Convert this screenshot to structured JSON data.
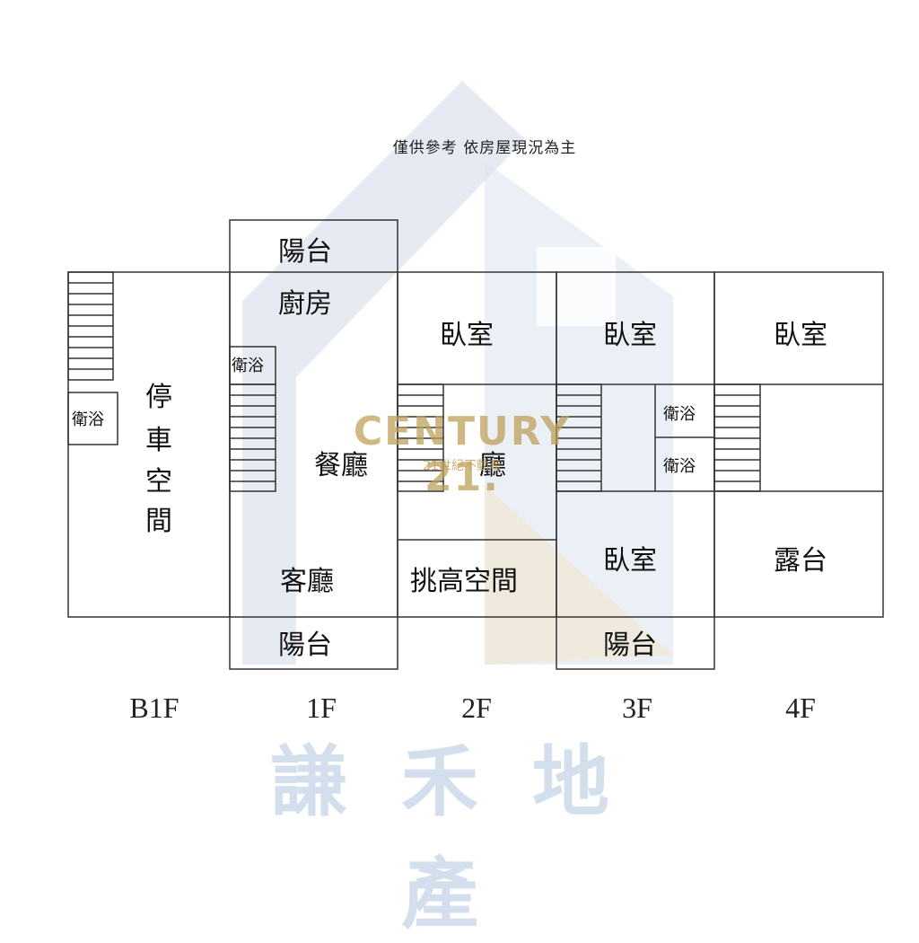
{
  "disclaimer": "僅供參考 依房屋現況為主",
  "watermark": {
    "brand": "CENTURY 21.",
    "brand_sub": "21世紀不動產",
    "company": "謙禾地產"
  },
  "floors": {
    "b1f": {
      "label": "B1F",
      "parking": "停車空間",
      "bath": "衛浴"
    },
    "f1": {
      "label": "1F",
      "balcony_top": "陽台",
      "kitchen": "廚房",
      "bath": "衛浴",
      "dining": "餐廳",
      "living": "客廳",
      "balcony_bottom": "陽台"
    },
    "f2": {
      "label": "2F",
      "bedroom": "臥室",
      "hall": "廳",
      "loft": "挑高空間"
    },
    "f3": {
      "label": "3F",
      "bedroom_top": "臥室",
      "bath_1": "衛浴",
      "bath_2": "衛浴",
      "bedroom_bottom": "臥室",
      "balcony": "陽台"
    },
    "f4": {
      "label": "4F",
      "bedroom": "臥室",
      "terrace": "露台"
    }
  },
  "colors": {
    "wall": "#333333",
    "watermark_blue": "#c9d6e6",
    "watermark_gold": "#be9f5a"
  }
}
